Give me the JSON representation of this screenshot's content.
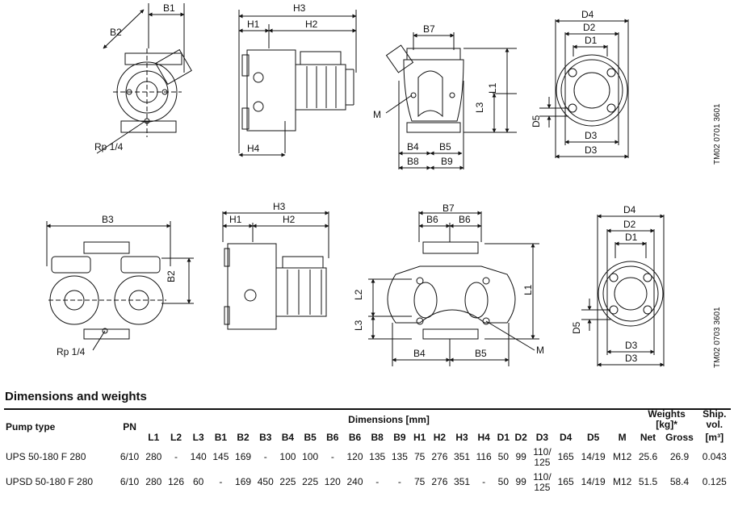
{
  "drawings": {
    "dimension_labels_top": [
      "B1",
      "B2",
      "H3",
      "H1",
      "H2",
      "H4",
      "B7",
      "L1",
      "L3",
      "M",
      "B4",
      "B5",
      "B8",
      "B9",
      "D4",
      "D2",
      "D1",
      "D5",
      "D3",
      "D3"
    ],
    "dimension_labels_bottom": [
      "B3",
      "B2",
      "H3",
      "H1",
      "H2",
      "B7",
      "B6",
      "B6",
      "L1",
      "L2",
      "L3",
      "B4",
      "B5",
      "M",
      "D4",
      "D2",
      "D1",
      "D5",
      "D3",
      "D3"
    ],
    "rp_label_top": "Rp 1/4",
    "rp_label_bottom": "Rp 1/4",
    "stamp_top": "TM02 0701 3601",
    "stamp_bottom": "TM02 0703 3601"
  },
  "section_title": "Dimensions and weights",
  "table": {
    "col_pump_type": "Pump type",
    "col_pn": "PN",
    "group_dimensions": "Dimensions [mm]",
    "group_weights_line1": "Weights",
    "group_weights_line2": "[kg]*",
    "group_ship_line1": "Ship.",
    "group_ship_line2": "vol.",
    "group_ship_line3": "[m³]",
    "dim_columns": [
      "L1",
      "L2",
      "L3",
      "B1",
      "B2",
      "B3",
      "B4",
      "B5",
      "B6",
      "B6",
      "B8",
      "B9",
      "H1",
      "H2",
      "H3",
      "H4",
      "D1",
      "D2",
      "D3",
      "D4",
      "D5",
      "M"
    ],
    "weight_columns": [
      "Net",
      "Gross"
    ],
    "rows": [
      {
        "pump": "UPS 50-180 F 280",
        "pn": "6/10",
        "dims": [
          "280",
          "-",
          "140",
          "145",
          "169",
          "-",
          "100",
          "100",
          "-",
          "120",
          "135",
          "135",
          "75",
          "276",
          "351",
          "116",
          "50",
          "99",
          "110/ 125",
          "165",
          "14/19",
          "M12"
        ],
        "net": "25.6",
        "gross": "26.9",
        "ship": "0.043"
      },
      {
        "pump": "UPSD 50-180 F 280",
        "pn": "6/10",
        "dims": [
          "280",
          "126",
          "60",
          "-",
          "169",
          "450",
          "225",
          "225",
          "120",
          "240",
          "-",
          "-",
          "75",
          "276",
          "351",
          "-",
          "50",
          "99",
          "110/ 125",
          "165",
          "14/19",
          "M12"
        ],
        "net": "51.5",
        "gross": "58.4",
        "ship": "0.125"
      }
    ]
  }
}
